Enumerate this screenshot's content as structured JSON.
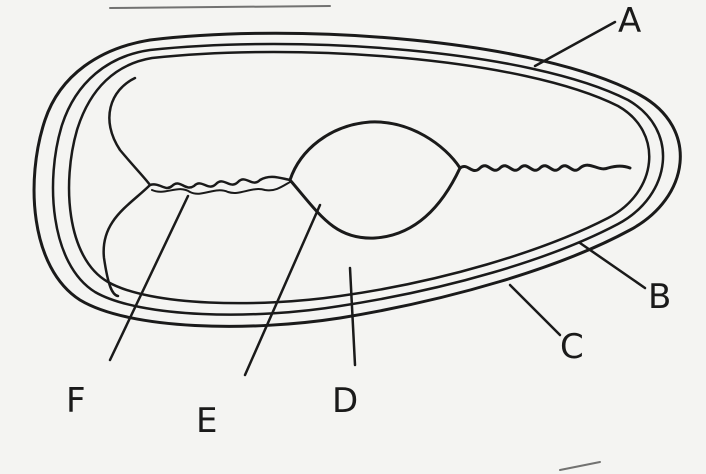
{
  "diagram": {
    "labels": {
      "a": "A",
      "b": "B",
      "c": "C",
      "d": "D",
      "e": "E",
      "f": "F"
    },
    "colors": {
      "paper": "#f4f4f2",
      "ink": "#1a1a1a"
    }
  }
}
